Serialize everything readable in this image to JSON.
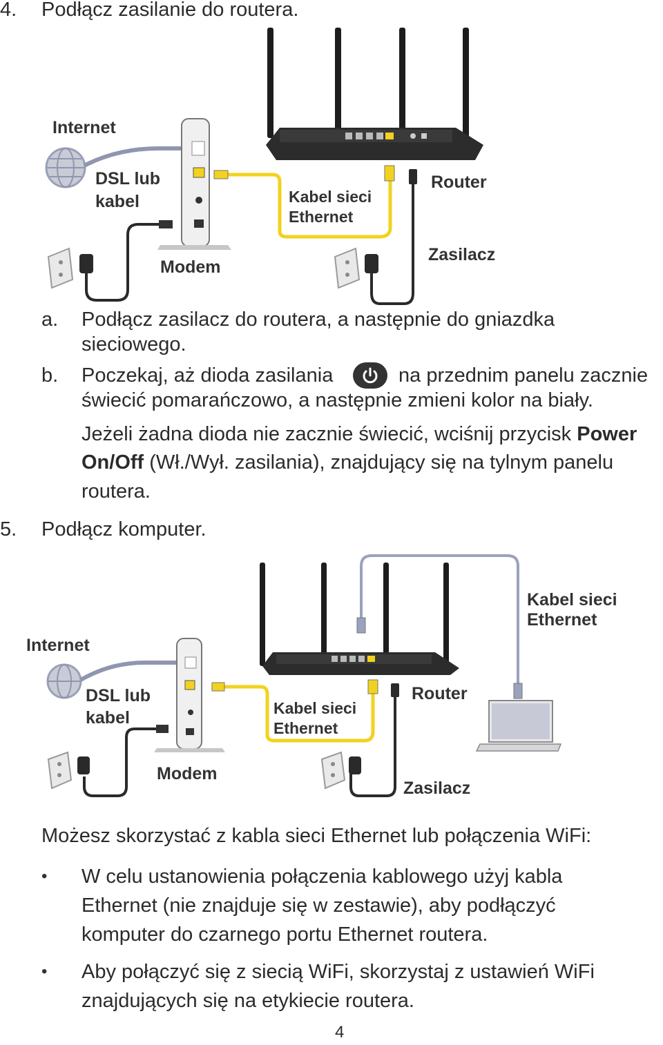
{
  "step4": {
    "number": "4.",
    "title": "Podłącz zasilanie do routera.",
    "diagram_labels": {
      "internet": "Internet",
      "dsl_line1": "DSL lub",
      "dsl_line2": "kabel",
      "modem": "Modem",
      "cable_line1": "Kabel sieci",
      "cable_line2": "Ethernet",
      "router": "Router",
      "power_adapter": "Zasilacz"
    },
    "sub_a": {
      "letter": "a.",
      "line1": "Podłącz zasilacz do routera, a następnie do gniazdka",
      "line2": "sieciowego."
    },
    "sub_b": {
      "letter": "b.",
      "line1_before": "Poczekaj, aż dioda zasilania",
      "line1_after": "na przednim panelu zacznie",
      "line2": "świecić pomarańczowo, a następnie zmieni kolor na biały.",
      "note_line1_before": "Jeżeli żadna dioda nie zacznie świecić, wciśnij przycisk",
      "note_bold1": "Power",
      "note_bold2": "On/Off",
      "note_line2_after": "(Wł./Wył. zasilania), znajdujący się na tylnym panelu",
      "note_line3": "routera."
    }
  },
  "step5": {
    "number": "5.",
    "title": "Podłącz komputer.",
    "diagram_labels": {
      "internet": "Internet",
      "dsl_line1": "DSL lub",
      "dsl_line2": "kabel",
      "modem": "Modem",
      "cable1_line1": "Kabel sieci",
      "cable1_line2": "Ethernet",
      "router": "Router",
      "power_adapter": "Zasilacz",
      "cable2_line1": "Kabel sieci",
      "cable2_line2": "Ethernet"
    },
    "intro": "Możesz skorzystać z kabla sieci Ethernet lub połączenia WiFi:",
    "bullets": [
      {
        "line1": "W celu ustanowienia połączenia kablowego użyj kabla",
        "line2": "Ethernet (nie znajduje się w zestawie), aby podłączyć",
        "line3": "komputer do czarnego portu Ethernet routera."
      },
      {
        "line1": "Aby połączyć się z siecią WiFi, skorzystaj z ustawień WiFi",
        "line2": "znajdujących się na etykiecie routera."
      }
    ]
  },
  "page_number": "4",
  "colors": {
    "ethernet_cable": "#f2d21e",
    "power_cable": "#222222",
    "internet_cable": "#8f96b0",
    "laptop_cable": "#9aa2bc"
  }
}
